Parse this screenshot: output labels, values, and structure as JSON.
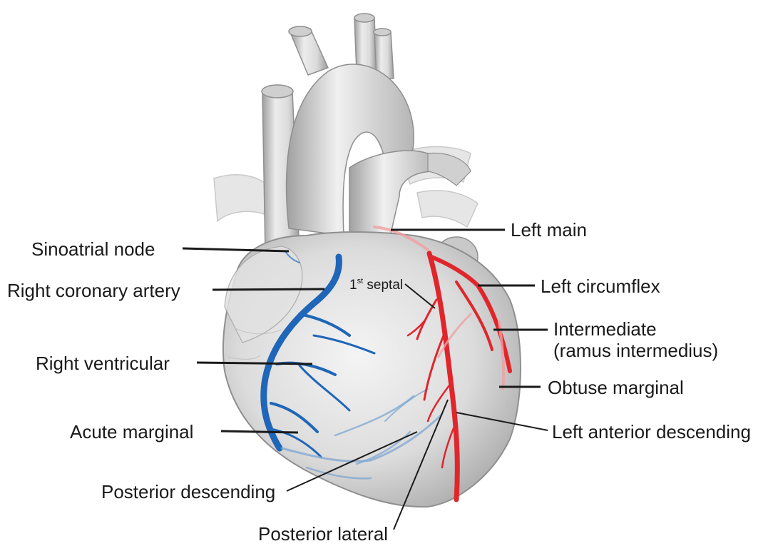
{
  "labels": {
    "sinoatrial_node": "Sinoatrial node",
    "right_coronary_artery": "Right coronary artery",
    "right_ventricular": "Right ventricular",
    "acute_marginal": "Acute marginal",
    "posterior_descending": "Posterior descending",
    "posterior_lateral": "Posterior lateral",
    "left_main": "Left main",
    "left_circumflex": "Left circumflex",
    "intermediate_line1": "Intermediate",
    "intermediate_line2": "(ramus intermedius)",
    "obtuse_marginal": "Obtuse marginal",
    "left_anterior_descending": "Left anterior descending",
    "first_septal_number": "1",
    "first_septal_suffix": "st",
    "first_septal_word": " septal"
  },
  "colors": {
    "right_coronary": "#1f66b8",
    "left_coronary": "#e0262b",
    "heart_tissue": "#d9d9d9"
  }
}
